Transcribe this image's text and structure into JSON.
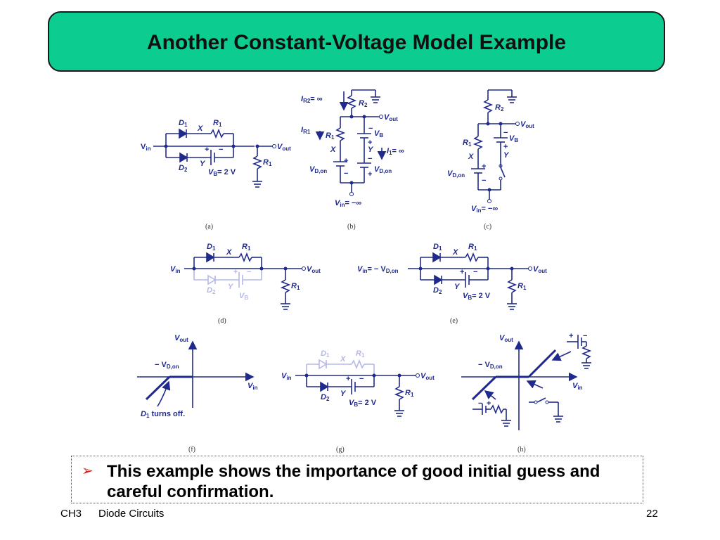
{
  "slide": {
    "title": "Another Constant-Voltage Model Example",
    "bullet": "This example shows the importance of good initial guess and careful confirmation.",
    "footer_chapter": "CH3",
    "footer_topic": "Diode Circuits",
    "page_number": "22"
  },
  "colors": {
    "title_fill": "#0dcc8f",
    "circuit": "#1f2a8c",
    "faded": "#b4b8e8",
    "bullet_arrow": "#d42020"
  },
  "captions": [
    "(a)",
    "(b)",
    "(c)",
    "(d)",
    "(e)",
    "(f)",
    "(g)",
    "(h)"
  ],
  "labels": {
    "D": "D",
    "R": "R",
    "X": "X",
    "Y": "Y",
    "V": "V",
    "sub1": "1",
    "sub2": "2",
    "in": "in",
    "out": "out",
    "B": "B",
    "Don": "D,on",
    "R2sub": "R2",
    "R1sub": "R1",
    "eqInf": "= ∞",
    "eqNegInf": "= −∞",
    "eq2V": "= 2 V",
    "eqNegVDon": "= − V",
    "negVDon": "− V",
    "turnsOff": "turns off.",
    "plus": "+",
    "minus": "−",
    "I": "I"
  }
}
